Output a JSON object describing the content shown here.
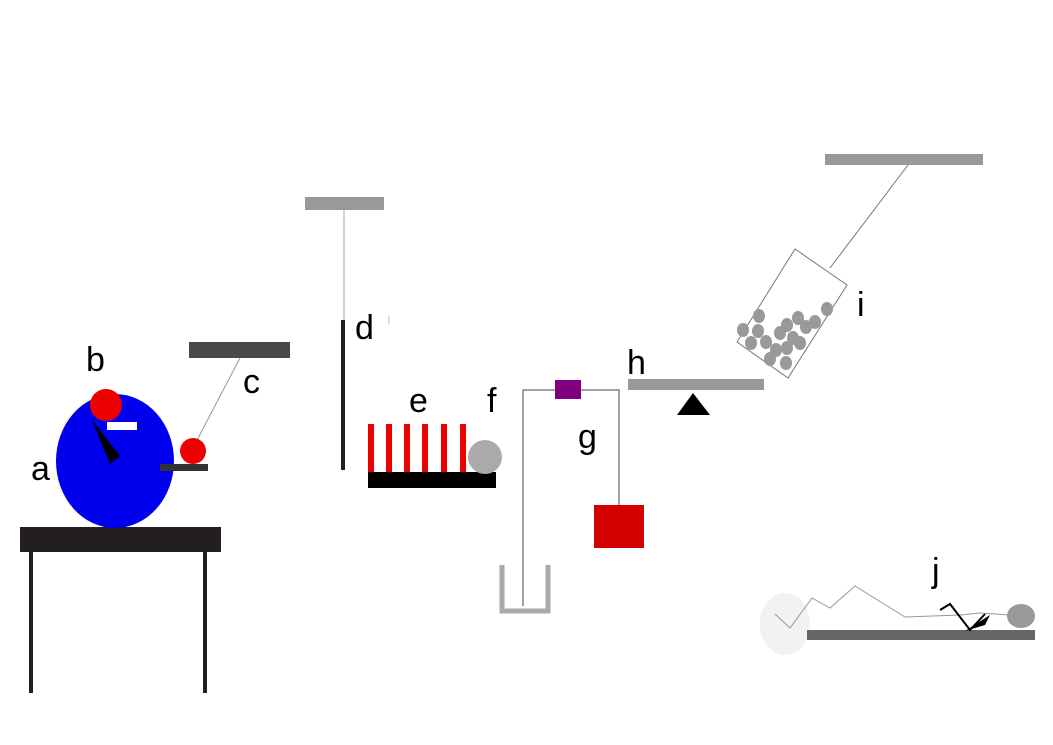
{
  "labels": {
    "a": "a",
    "b": "b",
    "c": "c",
    "d": "d",
    "e": "e",
    "f": "f",
    "g": "g",
    "h": "h",
    "i": "i",
    "j": "j"
  },
  "colors": {
    "clock_face": "#0000ee",
    "ball_red": "#ee0000",
    "box_red": "#d40000",
    "bar_dark": "#4a4a4a",
    "bar_light": "#999999",
    "gray_ball": "#aaaaaa",
    "purple": "#800080",
    "table": "#231f20",
    "black": "#000000",
    "string": "#777777"
  }
}
